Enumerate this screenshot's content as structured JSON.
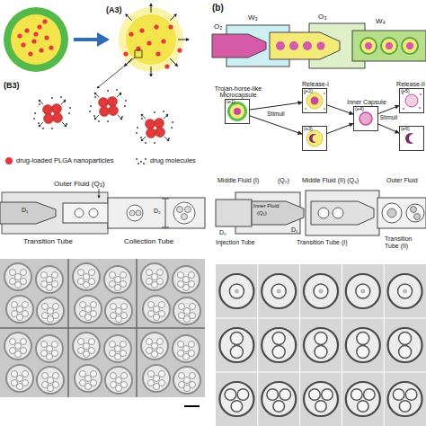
{
  "diagram": {
    "nodes": [
      {
        "text": [
          "Trojan-horse-like Microcapsule",
          "(e1)"
        ]
      },
      {
        "text": [
          "Release-I",
          "(e2)"
        ]
      },
      {
        "text": [
          "(e3)"
        ]
      },
      {
        "text": [
          "Inner Capsule",
          "(e4)"
        ]
      },
      {
        "text": [
          "Release-II",
          "(e5)"
        ]
      },
      {
        "text": [
          "(e6)"
        ]
      }
    ],
    "edges": [
      {
        "from": 0,
        "to": 1,
        "arrow": "to",
        "label": "Stimuli"
      },
      {
        "from": 0,
        "to": 2,
        "arrow": "to"
      },
      {
        "from": 1,
        "to": 3,
        "arrow": "to"
      },
      {
        "from": 2,
        "to": 3,
        "arrow": "to"
      },
      {
        "from": 3,
        "to": 4,
        "arrow": "to",
        "label": "Stimuli"
      },
      {
        "from": 3,
        "to": 5,
        "arrow": "to"
      }
    ],
    "labels": [
      "(A3)",
      "(B3)",
      "(b)",
      "O₂",
      "W₃",
      "O₃",
      "W₄",
      "Outer Fluid (Q₃)",
      "D₁",
      "D₂",
      "Transition Tube",
      "Collection Tube",
      "Middle Fluid (I)",
      "(Q₂)",
      "Middle Fluid (II) (Q₃)",
      "Outer Fluid",
      "Inner Fluid",
      "(Q₁)",
      "D₀",
      "D₁",
      "Injection Tube",
      "Transition Tube (I)",
      "Transition Tube (II)"
    ],
    "legend": [
      {
        "text": "drug-loaded PLGA nanoparticles",
        "color": "#e03a3a"
      },
      {
        "text": "drug molecules"
      }
    ]
  }
}
